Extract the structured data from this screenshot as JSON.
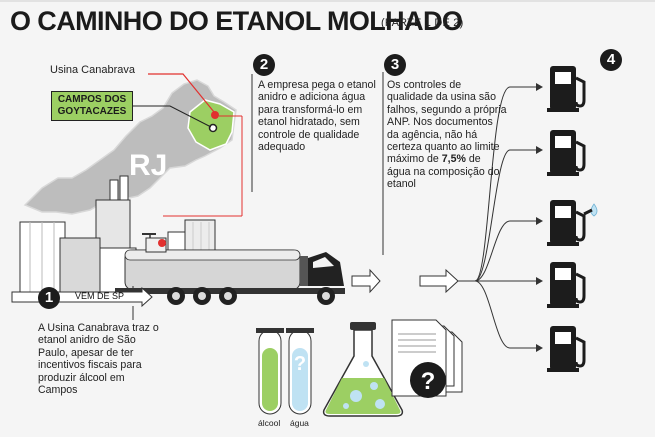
{
  "header": {
    "title": "O CAMINHO DO ETANOL MOLHADO",
    "subtitle": "(PARTE 1 DE 2)"
  },
  "map": {
    "plant_label": "Usina Canabrava",
    "city_label": "CAMPOS DOS GOYTACAZES",
    "state_label": "RJ"
  },
  "steps": {
    "step1": {
      "number": "1",
      "route_label": "VEM DE SP",
      "text": "A Usina Canabrava traz o etanol anidro de São Paulo, apesar de ter incentivos fiscais para produzir álcool em Campos"
    },
    "step2": {
      "number": "2",
      "text": "A empresa pega o etanol anidro e adiciona água para transformá-lo em etanol hidratado, sem controle de qualidade adequado"
    },
    "step3": {
      "number": "3",
      "text_before": "Os controles de qualidade da usina são falhos, segundo a própria ANP. Nos documentos da agência, não há certeza quanto ao limite máximo de",
      "highlight": "7,5%",
      "text_after": "de água na composição do etanol"
    },
    "step4": {
      "number": "4"
    }
  },
  "tubes": {
    "alcohol_label": "álcool",
    "water_label": "água"
  },
  "colors": {
    "accent_green": "#9ccf63",
    "marker_red": "#e2312f",
    "water_blue": "#bfe2f3",
    "ink": "#1c1c1c"
  },
  "icons": [
    "fuel-pump-icon",
    "flask-icon",
    "documents-icon",
    "question-mark-icon",
    "truck-icon",
    "factory-icon"
  ]
}
